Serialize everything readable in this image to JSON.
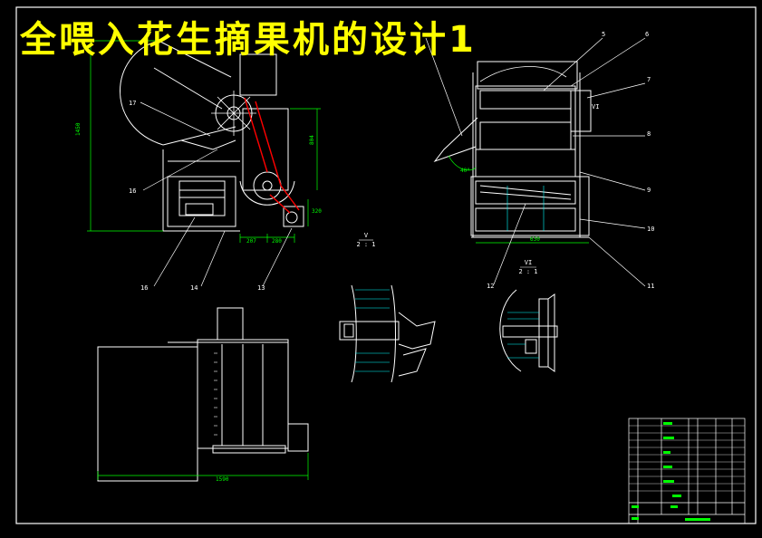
{
  "title": "全喂入花生摘果机的设计1",
  "callouts": {
    "c17": "17",
    "c16a": "16",
    "c16b": "16",
    "c14": "14",
    "c13": "13",
    "c5": "5",
    "c6": "6",
    "c7": "7",
    "c8": "8",
    "c9": "9",
    "c10": "10",
    "c11": "11",
    "c12": "12",
    "cVI": "VI"
  },
  "detail_v": {
    "label": "V",
    "scale": "2 : 1"
  },
  "detail_vi": {
    "label": "VI",
    "scale": "2 : 1"
  },
  "colors": {
    "outline": "#ffffff",
    "dimension": "#00ff00",
    "title": "#ffff00",
    "hidden": "#00ffff",
    "belt": "#ff0000"
  }
}
